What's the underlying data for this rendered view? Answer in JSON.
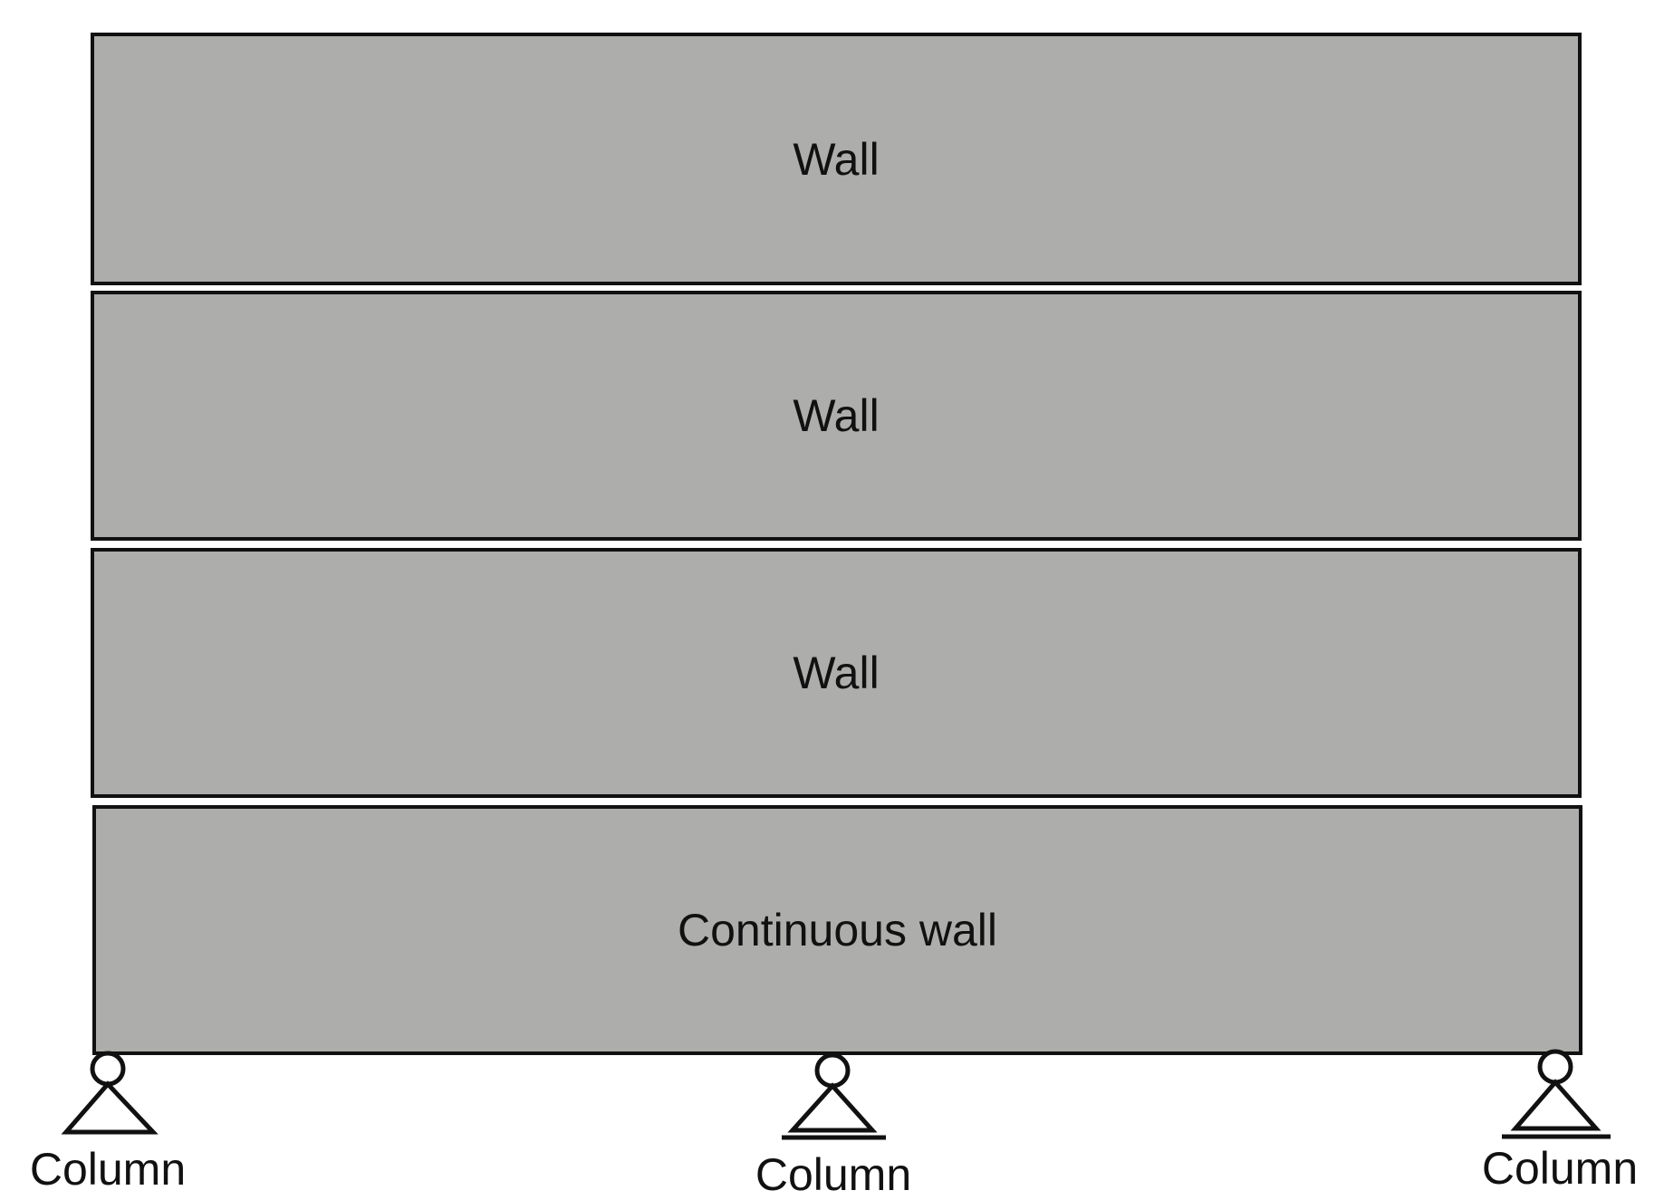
{
  "diagram": {
    "walls": [
      {
        "label": "Wall",
        "fill": "#adadab"
      },
      {
        "label": "Wall",
        "fill": "#adadab"
      },
      {
        "label": "Wall",
        "fill": "#adadab"
      },
      {
        "label": "Continuous wall",
        "fill": "#adadab"
      }
    ],
    "supports": [
      {
        "label": "Column",
        "icon": "pin-support-icon"
      },
      {
        "label": "Column",
        "icon": "pin-support-icon"
      },
      {
        "label": "Column",
        "icon": "pin-support-icon"
      }
    ],
    "colors": {
      "stroke": "#111111",
      "background": "#ffffff"
    }
  }
}
